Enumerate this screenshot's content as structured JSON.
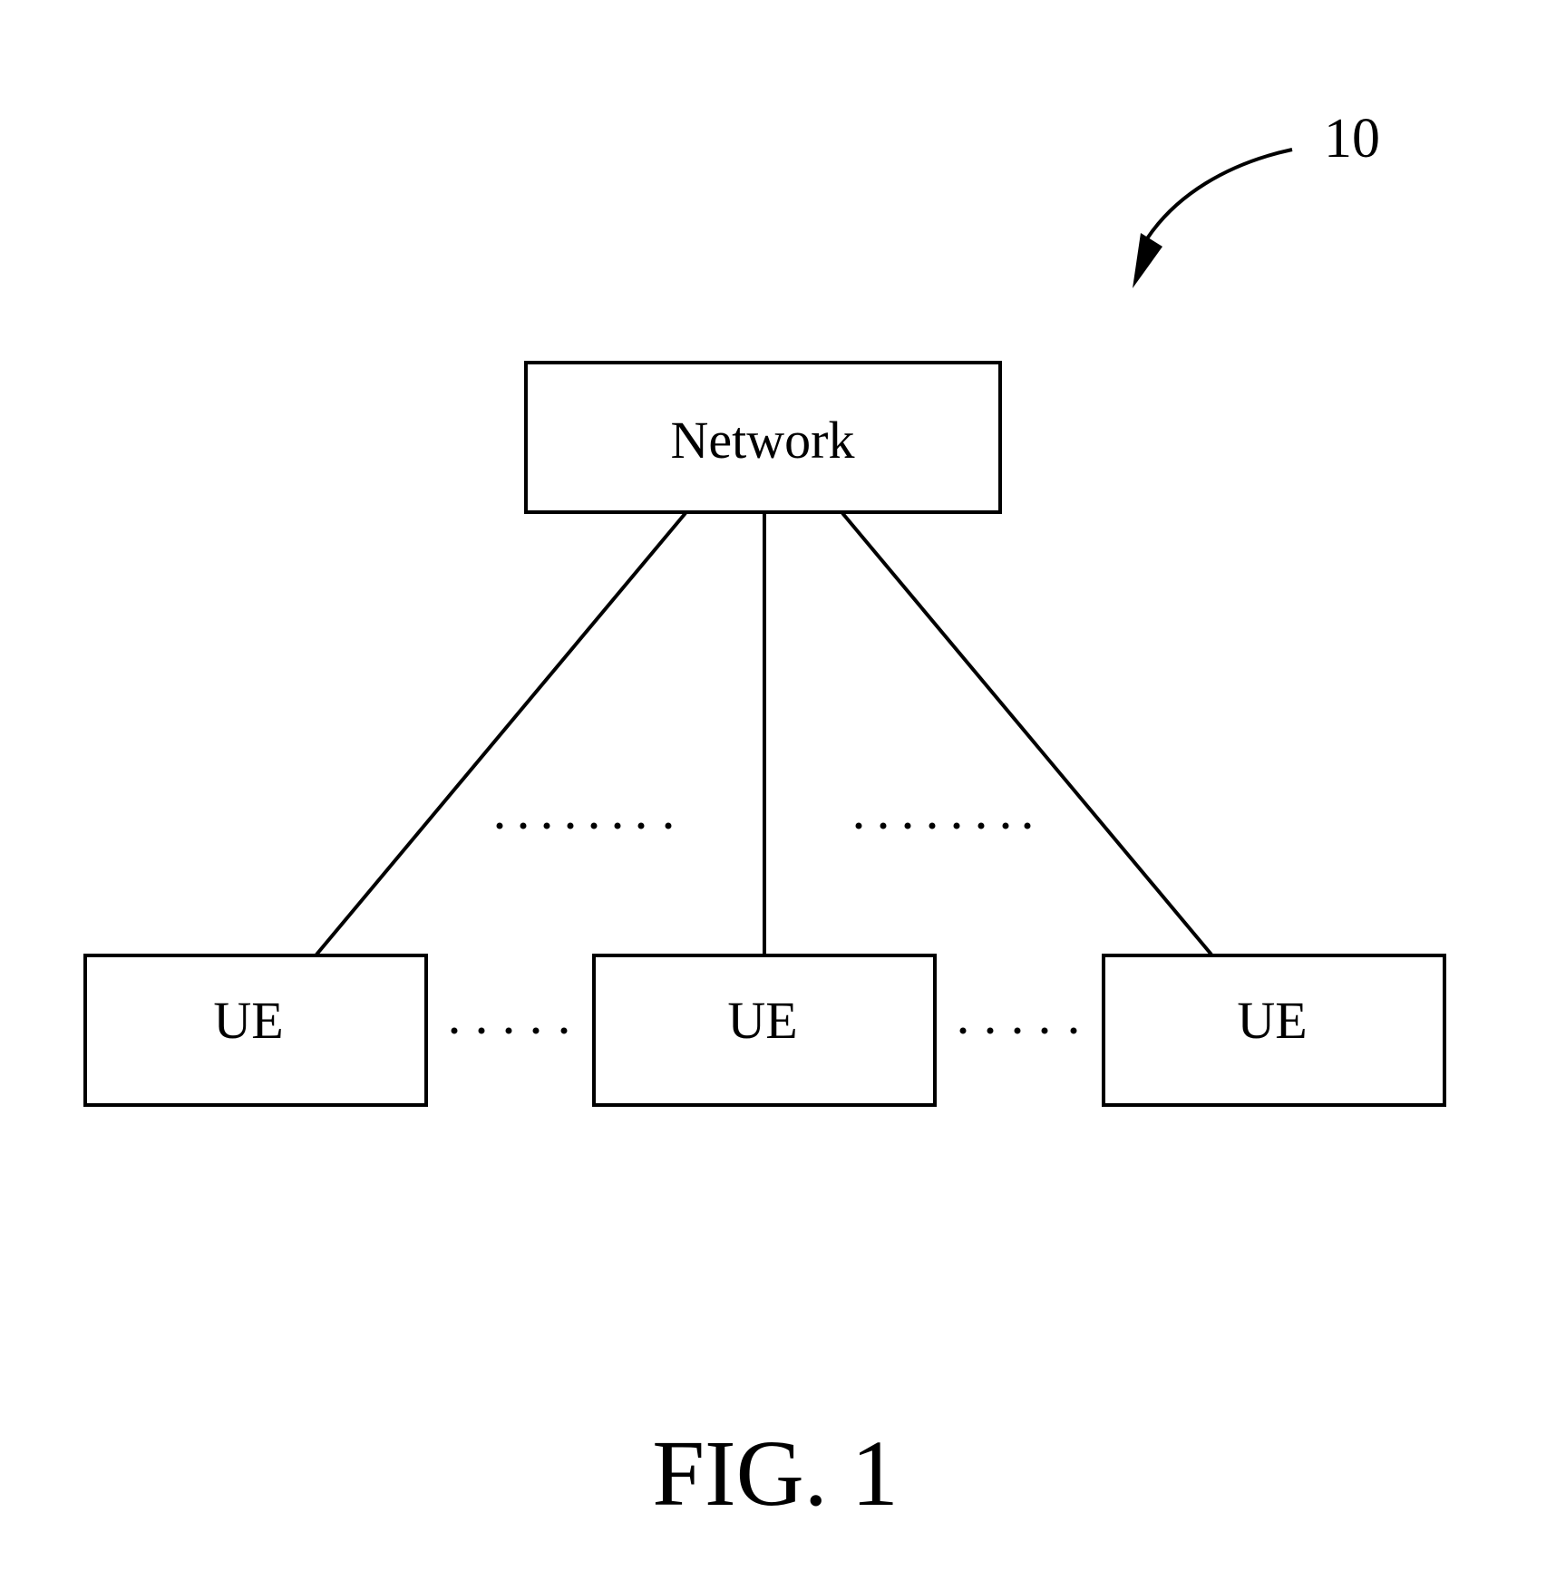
{
  "reference_numeral": "10",
  "nodes": {
    "network": {
      "label": "Network"
    },
    "ue_left": {
      "label": "UE"
    },
    "ue_center": {
      "label": "UE"
    },
    "ue_right": {
      "label": "UE"
    }
  },
  "caption": "FIG. 1"
}
